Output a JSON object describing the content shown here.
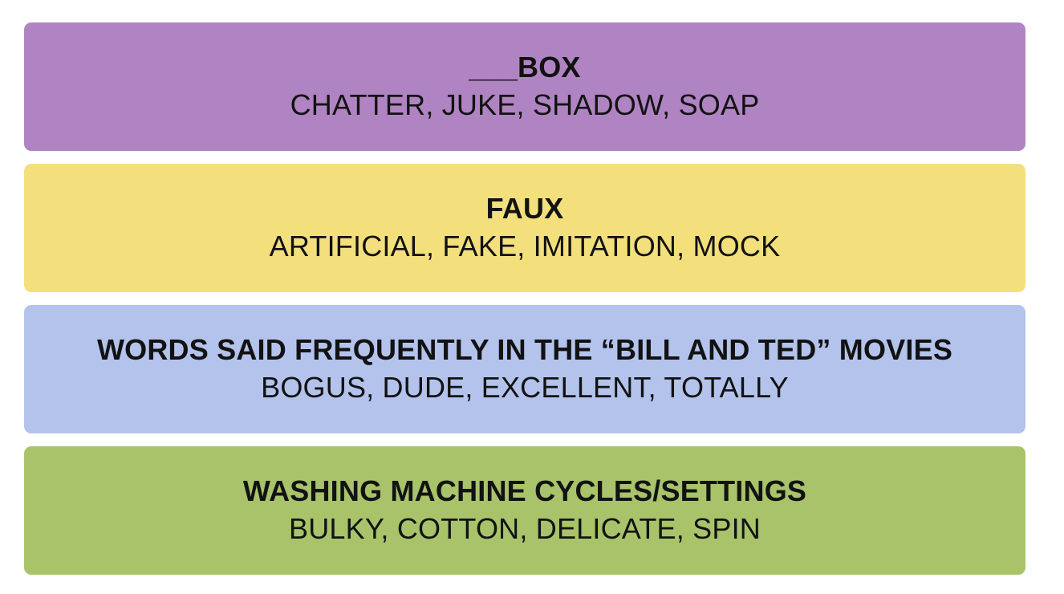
{
  "groups": [
    {
      "title": "___BOX",
      "members": "CHATTER, JUKE, SHADOW, SOAP",
      "color": "#b084c3"
    },
    {
      "title": "FAUX",
      "members": "ARTIFICIAL, FAKE, IMITATION, MOCK",
      "color": "#f3e07d"
    },
    {
      "title": "WORDS SAID FREQUENTLY IN THE “BILL AND TED” MOVIES",
      "members": "BOGUS, DUDE, EXCELLENT, TOTALLY",
      "color": "#b3c3ec"
    },
    {
      "title": "WASHING MACHINE CYCLES/SETTINGS",
      "members": "BULKY, COTTON, DELICATE, SPIN",
      "color": "#a8c36a"
    }
  ]
}
